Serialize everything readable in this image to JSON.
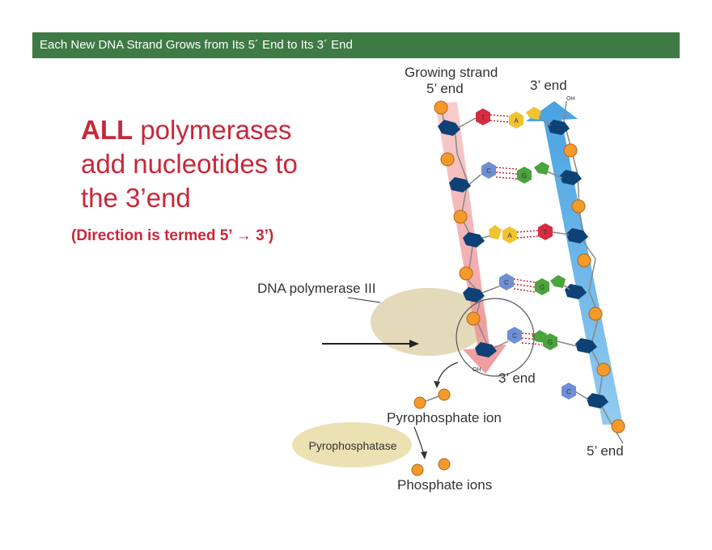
{
  "header": {
    "title": "Each New DNA Strand Grows from Its 5´ End to Its 3´ End"
  },
  "headline": {
    "bold_word": "ALL",
    "line1_rest": " polymerases",
    "line2": "add nucleotides to",
    "line3": "the 3’end",
    "direction_note": "(Direction is termed 5’ → 3’)"
  },
  "diagram": {
    "growing_strand_label": "Growing strand",
    "growing_5prime_label": "5’ end",
    "template_3prime_label": "3’ end",
    "template_5prime_label": "5’ end",
    "growing_3prime_label": "3’ end",
    "oh_top": "OH",
    "oh_bottom": "OH",
    "polymerase_label": "DNA polymerase III",
    "pyrophosphate_label": "Pyrophosphate ion",
    "pyrophosphatase_label": "Pyrophosphatase",
    "phosphate_label": "Phosphate ions",
    "base_pairs": [
      {
        "left": "T",
        "right": "A"
      },
      {
        "left": "C",
        "right": "G"
      },
      {
        "left": "A",
        "right": "T"
      },
      {
        "left": "C",
        "right": "G"
      },
      {
        "left": "C",
        "right": "G"
      }
    ],
    "unpaired_base": "C",
    "colors": {
      "growing_arrow": "#f2a4a6",
      "template_arrow": "#5aaee2",
      "sugar": "#0e4176",
      "phosphate": "#f39a2a",
      "T": "#d42d3f",
      "A": "#f1c331",
      "C": "#6f8fd4",
      "G": "#4aa33c",
      "polymerase": "#e2d8b6",
      "pyrophosphatase": "#ebe1b2"
    }
  }
}
